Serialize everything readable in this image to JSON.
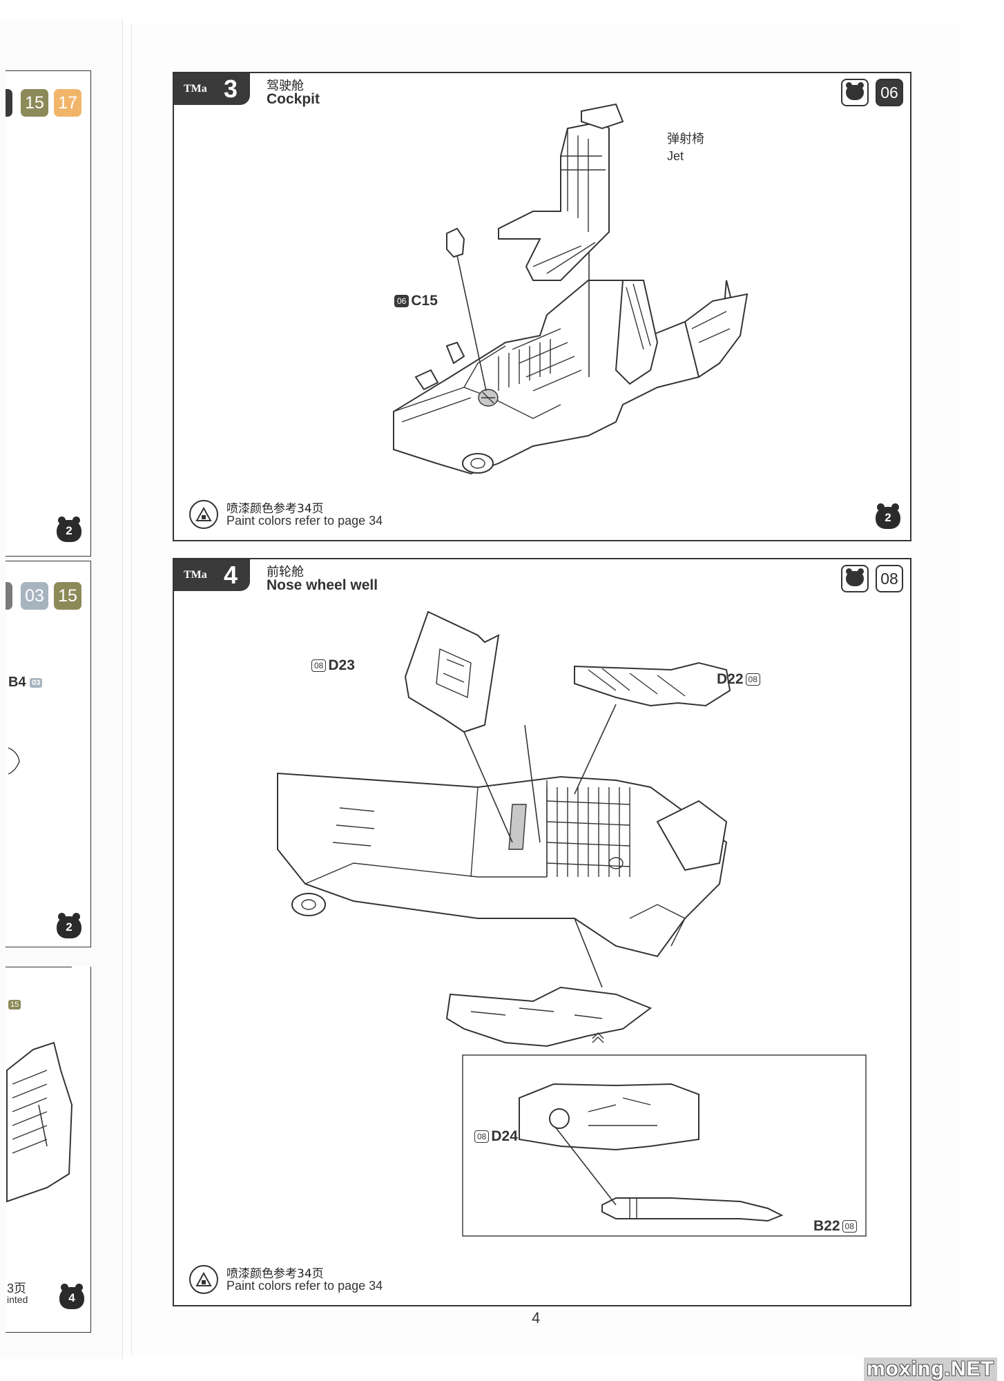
{
  "left_strip": {
    "top": {
      "chips": [
        "15",
        "17"
      ],
      "bear": "2"
    },
    "middle": {
      "chips": [
        "03",
        "15"
      ],
      "part": "B4",
      "part_tag": "03",
      "bear": "2"
    },
    "bottom": {
      "tag": "15",
      "text_cn": "3页",
      "text_en": "inted",
      "bear": "4"
    }
  },
  "step3": {
    "number": "3",
    "title_cn": "驾驶舱",
    "title_en": "Cockpit",
    "sheet": "06",
    "callout_cn": "弹射椅",
    "callout_en": "Jet",
    "part_tag": "06",
    "part": "C15",
    "paint_cn": "喷漆颜色参考34页",
    "paint_en": "Paint colors refer to page 34",
    "bear": "2"
  },
  "step4": {
    "number": "4",
    "title_cn": "前轮舱",
    "title_en": "Nose wheel well",
    "sheet": "08",
    "parts": [
      {
        "tag": "08",
        "name": "D23"
      },
      {
        "tag": "08",
        "name": "D22"
      },
      {
        "tag": "08",
        "name": "D24"
      },
      {
        "tag": "08",
        "name": "B22"
      }
    ],
    "paint_cn": "喷漆颜色参考34页",
    "paint_en": "Paint colors refer to page 34"
  },
  "brand": "TMa",
  "page_number": "4",
  "watermark": "moxing.NET"
}
